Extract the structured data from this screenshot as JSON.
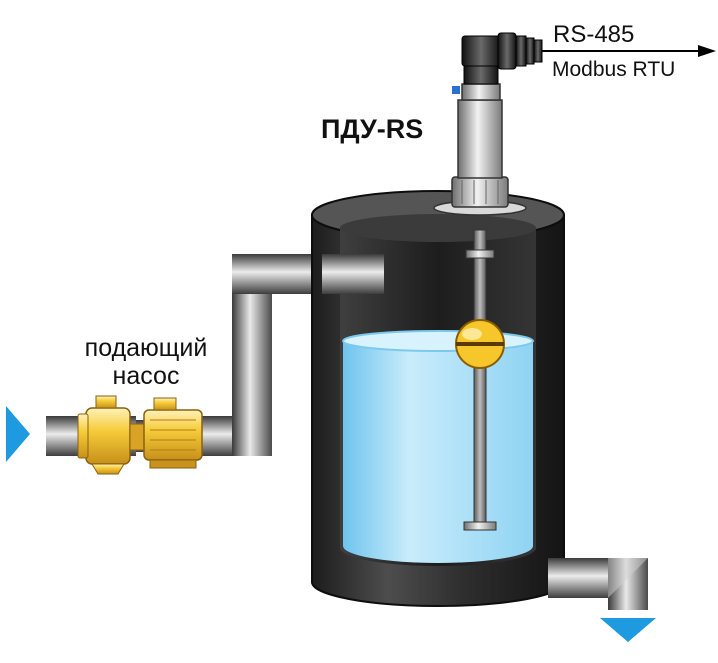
{
  "labels": {
    "sensor": "ПДУ-RS",
    "signal_top": "RS-485",
    "signal_bottom": "Modbus RTU",
    "pump_line1": "подающий",
    "pump_line2": "насос"
  },
  "colors": {
    "tank_body": "#2b2b2b",
    "water": "#aee2f8",
    "pipe": "#8f8f8f",
    "pump": "#f2c232",
    "float": "#f6c62a",
    "flow_arrow": "#1e9be0"
  },
  "icons": {
    "inflow": "triangle-right-icon",
    "outflow": "triangle-down-icon",
    "signal": "arrow-right-icon"
  }
}
